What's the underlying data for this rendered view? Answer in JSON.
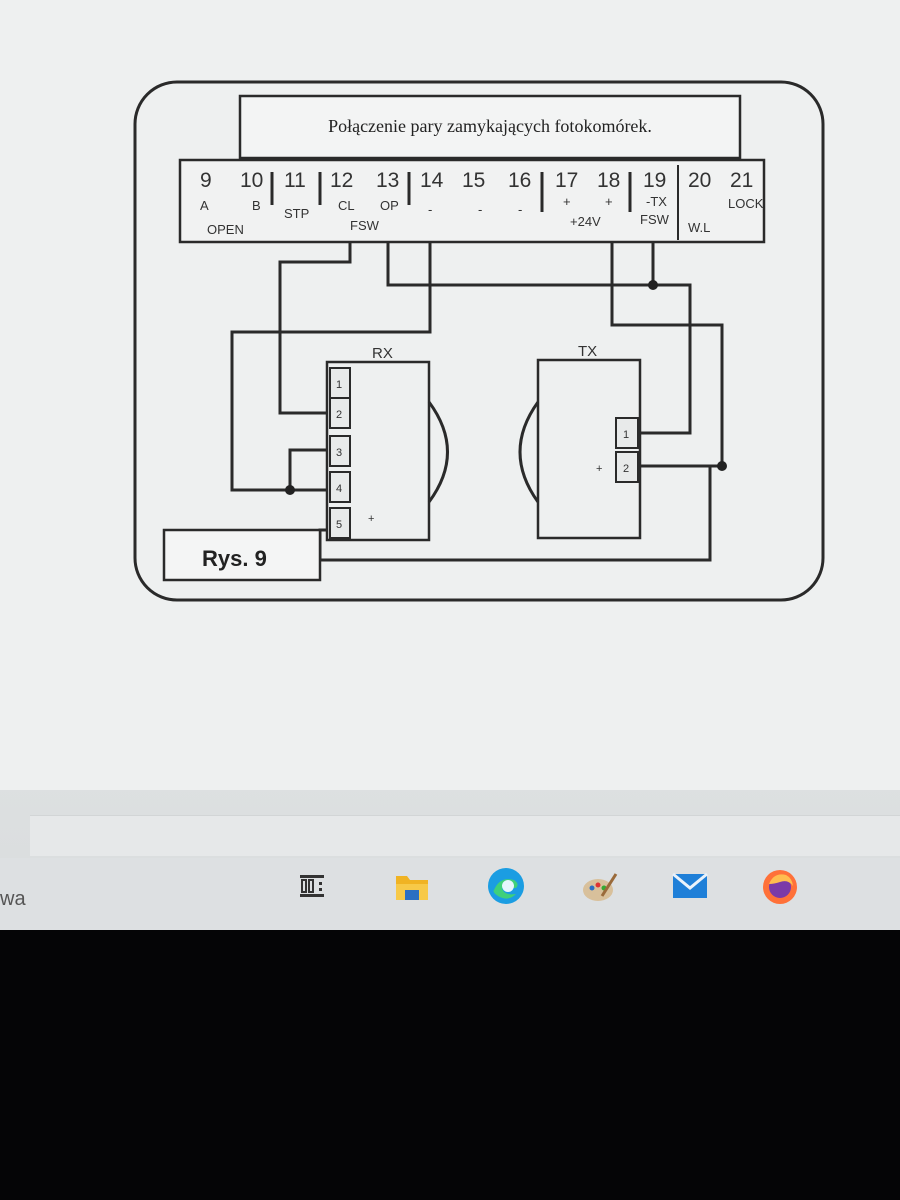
{
  "diagram": {
    "title": "Połączenie pary zamykających fotokomórek.",
    "figure_label": "Rys. 9",
    "terminals": [
      {
        "num": "9",
        "sub": "A"
      },
      {
        "num": "10",
        "sub": "B"
      },
      {
        "num": "11",
        "sub": "STP"
      },
      {
        "num": "12",
        "sub": "CL"
      },
      {
        "num": "13",
        "sub": "OP"
      },
      {
        "num": "14",
        "sub": "-"
      },
      {
        "num": "15",
        "sub": "-"
      },
      {
        "num": "16",
        "sub": "-"
      },
      {
        "num": "17",
        "sub": "+"
      },
      {
        "num": "18",
        "sub": "+"
      },
      {
        "num": "19",
        "sub": "-TX"
      },
      {
        "num": "20",
        "sub": "W.L"
      },
      {
        "num": "21",
        "sub": "LOCK"
      }
    ],
    "group_labels": {
      "open": "OPEN",
      "fsw": "FSW",
      "v24": "+24V",
      "fsw_tx": "FSW"
    },
    "rx": {
      "label": "RX",
      "pins": [
        "1",
        "2",
        "3",
        "4",
        "5"
      ],
      "plus": "+"
    },
    "tx": {
      "label": "TX",
      "pins": [
        "1",
        "2"
      ],
      "plus": "+"
    }
  },
  "taskbar": {
    "search_fragment": "wa",
    "icons": [
      "task-view-icon",
      "file-explorer-icon",
      "edge-icon",
      "paint-icon",
      "mail-icon",
      "firefox-icon"
    ]
  }
}
